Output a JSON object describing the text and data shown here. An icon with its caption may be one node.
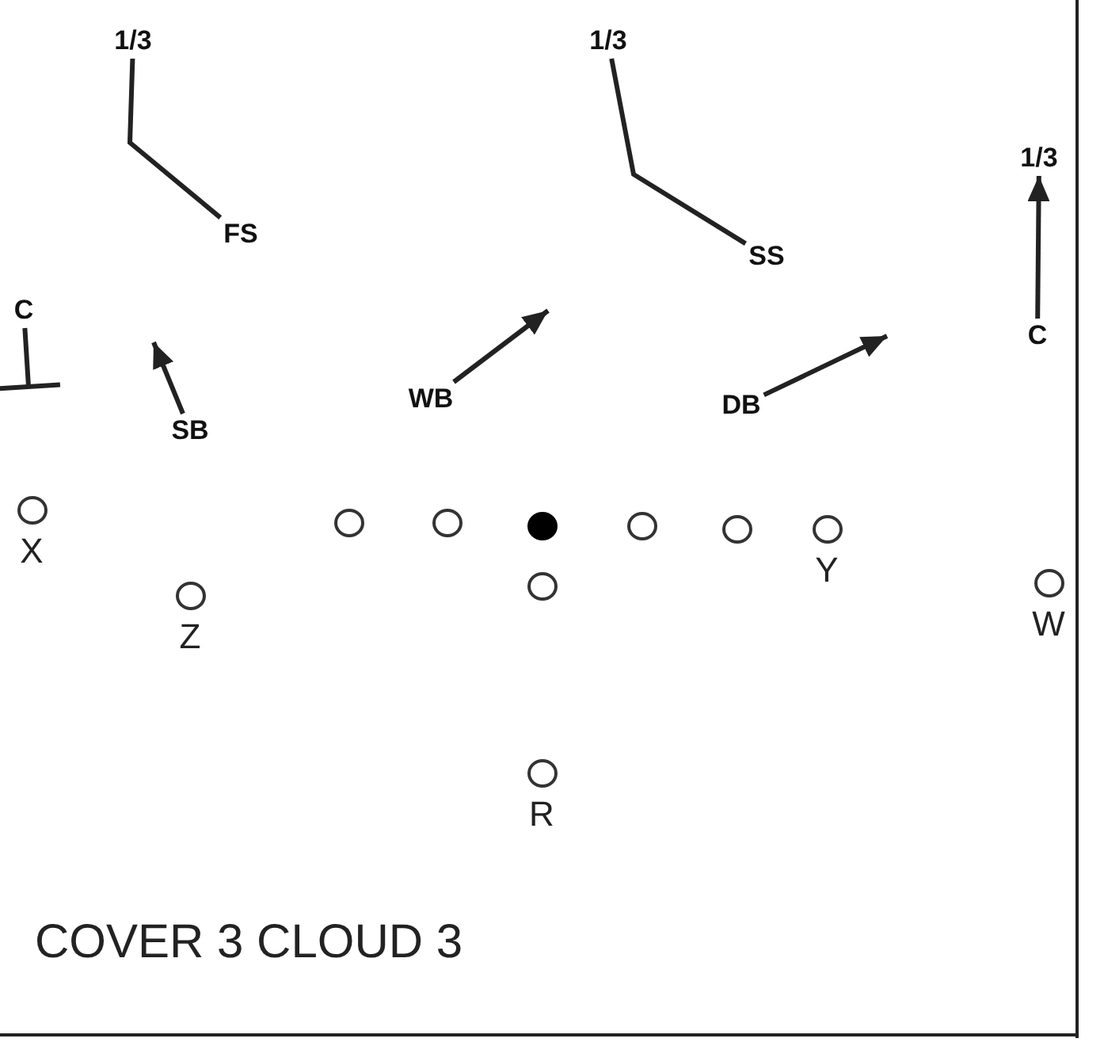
{
  "diagram": {
    "caption": "COVER 3 CLOUD 3",
    "nodes": [
      {
        "text": [
          "1/3"
        ]
      },
      {
        "text": [
          "1/3"
        ]
      },
      {
        "text": [
          "FS"
        ]
      },
      {
        "text": [
          "1/3"
        ]
      },
      {
        "text": [
          "SS"
        ]
      },
      {
        "text": [
          "C"
        ]
      },
      {
        "text": [
          "C"
        ]
      },
      {
        "text": [
          "WB"
        ]
      },
      {
        "text": [
          "DB"
        ]
      },
      {
        "text": [
          "SB"
        ]
      },
      {
        "text": [],
        "shape": "circle",
        "beside": [
          "X"
        ]
      },
      {
        "text": [],
        "shape": "circle"
      },
      {
        "text": [],
        "shape": "circle"
      },
      {
        "text": [],
        "shape": "circle"
      },
      {
        "text": [],
        "shape": "circle"
      },
      {
        "text": [],
        "shape": "circle"
      },
      {
        "text": [],
        "shape": "circle",
        "beside": [
          "Y"
        ]
      },
      {
        "text": [],
        "shape": "circle"
      },
      {
        "text": [],
        "shape": "circle",
        "beside": [
          "W"
        ]
      },
      {
        "text": [],
        "shape": "circle",
        "beside": [
          "Z"
        ]
      },
      {
        "text": [],
        "shape": "circle",
        "beside": [
          "R"
        ]
      }
    ],
    "edges": [
      {
        "from": 2,
        "to": 0,
        "arrow": "none"
      },
      {
        "from": 4,
        "to": 1,
        "arrow": "none"
      },
      {
        "from": 6,
        "to": 3,
        "arrow": "to"
      },
      {
        "from": 5,
        "to": null,
        "arrow": "other"
      },
      {
        "from": 9,
        "to": null,
        "arrow": "to"
      },
      {
        "from": 7,
        "to": null,
        "arrow": "to"
      },
      {
        "from": 8,
        "to": null,
        "arrow": "to"
      }
    ]
  }
}
